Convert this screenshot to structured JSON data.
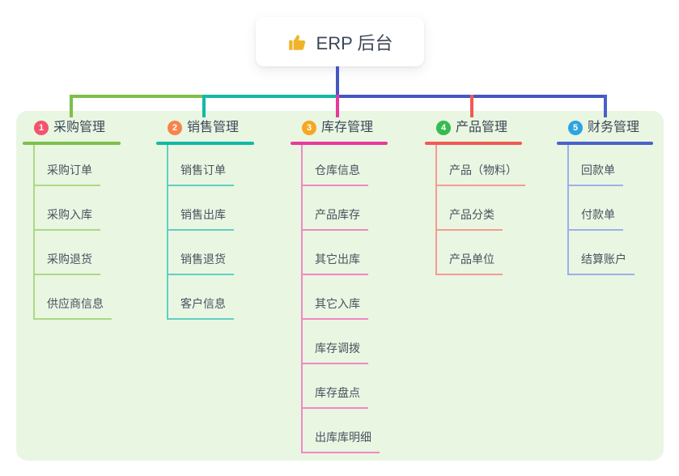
{
  "root": {
    "label": "ERP 后台",
    "icon": "thumbs-up-icon",
    "icon_color": "#f0b429",
    "line_color": "#4656c6"
  },
  "branches": [
    {
      "badge": "1",
      "label": "采购管理",
      "badge_color": "#f4536e",
      "line_color": "#7cc04a",
      "child_line_color": "#abd985",
      "children": [
        "采购订单",
        "采购入库",
        "采购退货",
        "供应商信息"
      ]
    },
    {
      "badge": "2",
      "label": "销售管理",
      "badge_color": "#f8834d",
      "line_color": "#14b8a6",
      "child_line_color": "#62cfc0",
      "children": [
        "销售订单",
        "销售出库",
        "销售退货",
        "客户信息"
      ]
    },
    {
      "badge": "3",
      "label": "库存管理",
      "badge_color": "#f6a723",
      "line_color": "#e83a9c",
      "child_line_color": "#f287c4",
      "children": [
        "仓库信息",
        "产品库存",
        "其它出库",
        "其它入库",
        "库存调拨",
        "库存盘点",
        "出库库明细"
      ]
    },
    {
      "badge": "4",
      "label": "产品管理",
      "badge_color": "#36bb51",
      "line_color": "#f15a52",
      "child_line_color": "#f79b92",
      "children": [
        "产品（物料）",
        "产品分类",
        "产品单位"
      ]
    },
    {
      "badge": "5",
      "label": "财务管理",
      "badge_color": "#2fa3e0",
      "line_color": "#4961c8",
      "child_line_color": "#9cb0e8",
      "children": [
        "回款单",
        "付款单",
        "结算账户"
      ]
    }
  ],
  "colors": {
    "canvas": "#ffffff",
    "container": "#e9f6e2",
    "header_text": "#3d4757",
    "child_text": "#49525f"
  }
}
